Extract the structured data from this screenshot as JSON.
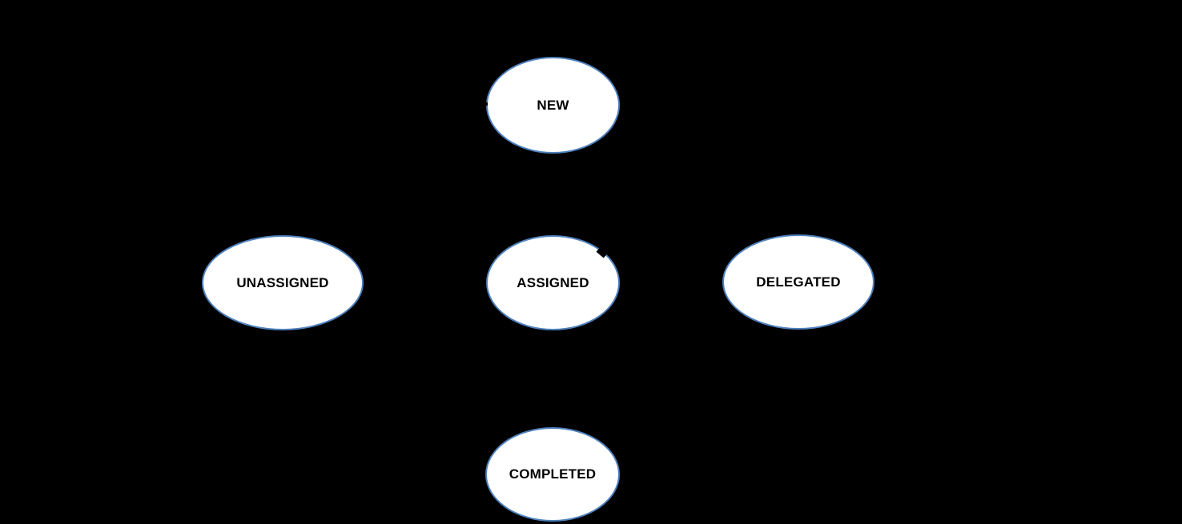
{
  "diagram": {
    "type": "state-diagram",
    "nodes": [
      {
        "id": "new",
        "label": "NEW"
      },
      {
        "id": "unassigned",
        "label": "UNASSIGNED"
      },
      {
        "id": "assigned",
        "label": "ASSIGNED"
      },
      {
        "id": "delegated",
        "label": "DELEGATED"
      },
      {
        "id": "completed",
        "label": "COMPLETED"
      }
    ],
    "colors": {
      "background": "#000000",
      "node_fill": "#ffffff",
      "node_border": "#4f81bd",
      "node_text": "#000000"
    }
  }
}
